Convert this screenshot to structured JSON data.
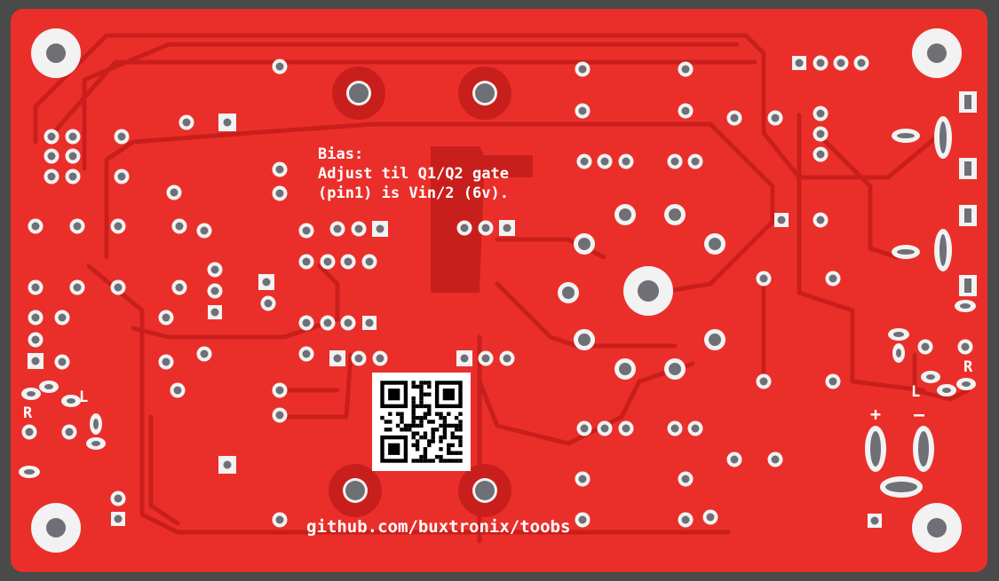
{
  "board": {
    "colors": {
      "substrate": "#ea2f2a",
      "copper_trace": "#c91f1c",
      "pad_ring": "#f2f2f2",
      "drill_hole": "#6f6f76",
      "silkscreen": "#ffffff",
      "background": "#4a4a4a"
    }
  },
  "silkscreen": {
    "bias_title": "Bias:",
    "bias_line1": "Adjust til Q1/Q2 gate",
    "bias_line2": "(pin1) is Vin/2 (6v).",
    "url": "github.com/buxtronix/toobs",
    "label_r_left": "R",
    "label_l_left": "L",
    "label_r_right": "R",
    "label_l_right": "L",
    "label_plus": "+",
    "label_minus": "–"
  },
  "icons": {
    "qr_code": "qr-code-icon"
  }
}
